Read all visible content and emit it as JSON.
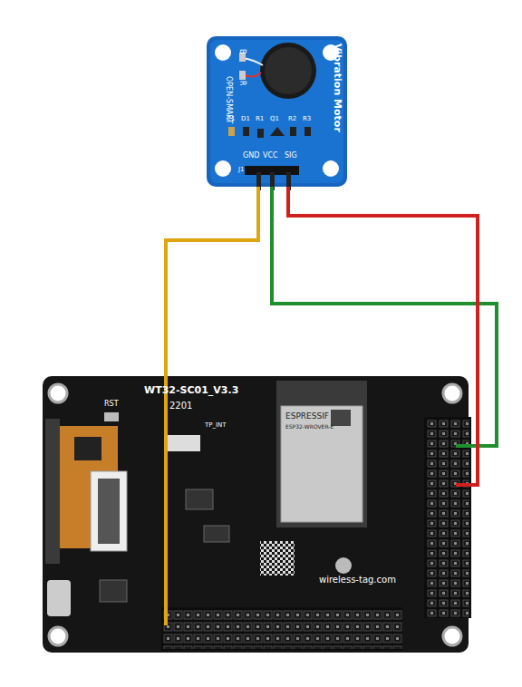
{
  "diagram": {
    "nodes": [
      {
        "text": [
          "Vibration Motor"
        ]
      },
      {
        "text": [
          "WT32-SC01_V3.3"
        ]
      }
    ],
    "edges": [
      {
        "from": 0,
        "to": 1,
        "arrow": "none"
      },
      {
        "from": 0,
        "to": 1,
        "arrow": "none"
      },
      {
        "from": 0,
        "to": 1,
        "arrow": "none"
      }
    ],
    "labels": [
      "OPEN-SMART",
      "B",
      "R",
      "C1",
      "D1",
      "R1",
      "Q1",
      "R2",
      "R3",
      "GND",
      "VCC",
      "SIG",
      "J1",
      "2201",
      "RST",
      "TP_INT",
      "ESPRESSIF",
      "ESP32-WROVER-E",
      "wireless-tag.com"
    ]
  }
}
